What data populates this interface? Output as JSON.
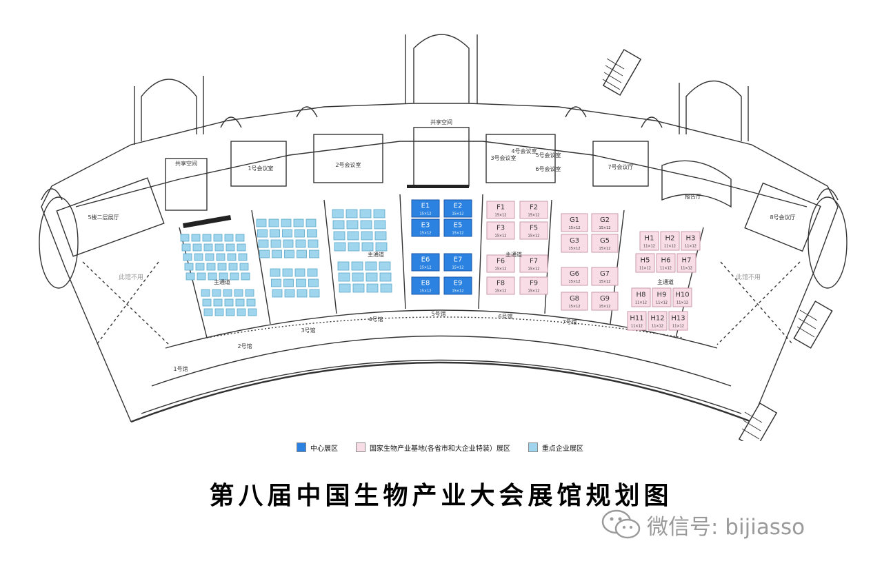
{
  "title": "第八届中国生物产业大会展馆规划图",
  "watermark": "微信号: bijiasso",
  "colors": {
    "center": "#2b82e0",
    "center_border": "#1a55a8",
    "national": "#f9dde6",
    "national_border": "#c99aa8",
    "key": "#9fd6ee",
    "key_border": "#5aa7c9",
    "line": "#333333"
  },
  "legend": [
    {
      "label": "中心展区",
      "color": "#2b82e0"
    },
    {
      "label": "国家生物产业基地(各省市和大企业特装）展区",
      "color": "#f9dde6"
    },
    {
      "label": "重点企业展区",
      "color": "#9fd6ee"
    }
  ],
  "rooms": {
    "shared_hall_top": "共享空间",
    "shared_hall_left": "共享空间",
    "room1": "1号会议室",
    "room2": "2号会议室",
    "room3": "3号会议室",
    "room4": "4号会议室",
    "room5": "5号会议室",
    "room6": "6号会议室",
    "room7": "7号会议厅",
    "room8": "8号会议厅",
    "left_hall": "5楼二层展厅",
    "auditorium": "报告厅"
  },
  "labels": {
    "main_aisle": "主通道",
    "no_show_left": "此馆不用",
    "no_show_right": "此馆不用"
  },
  "doors": [
    "1号馆",
    "2号馆",
    "3号馆",
    "4号馆",
    "5号馆",
    "6号馆",
    "7号馆"
  ],
  "booths": {
    "center": [
      {
        "name": "E1",
        "size": "15×12"
      },
      {
        "name": "E2",
        "size": "15×12"
      },
      {
        "name": "E3",
        "size": "15×12"
      },
      {
        "name": "E5",
        "size": "15×12"
      },
      {
        "name": "E6",
        "size": "15×12"
      },
      {
        "name": "E7",
        "size": "15×12"
      },
      {
        "name": "E8",
        "size": "15×12"
      },
      {
        "name": "E9",
        "size": "15×12"
      }
    ],
    "national_f": [
      {
        "name": "F1",
        "size": "15×12"
      },
      {
        "name": "F2",
        "size": "15×12"
      },
      {
        "name": "F3",
        "size": "15×12"
      },
      {
        "name": "F5",
        "size": "15×12"
      },
      {
        "name": "F6",
        "size": "15×12"
      },
      {
        "name": "F7",
        "size": "15×12"
      },
      {
        "name": "F8",
        "size": "15×12"
      },
      {
        "name": "F9",
        "size": "15×12"
      }
    ],
    "national_g": [
      {
        "name": "G1",
        "size": "15×12"
      },
      {
        "name": "G2",
        "size": "15×12"
      },
      {
        "name": "G3",
        "size": "15×12"
      },
      {
        "name": "G5",
        "size": "15×12"
      },
      {
        "name": "G6",
        "size": "15×12"
      },
      {
        "name": "G7",
        "size": "15×12"
      },
      {
        "name": "G8",
        "size": "15×12"
      },
      {
        "name": "G9",
        "size": "15×12"
      }
    ],
    "national_h": [
      {
        "name": "H1",
        "size": "11×12"
      },
      {
        "name": "H2",
        "size": "11×12"
      },
      {
        "name": "H3",
        "size": "11×12"
      },
      {
        "name": "H5",
        "size": "11×12"
      },
      {
        "name": "H6",
        "size": "11×12"
      },
      {
        "name": "H7",
        "size": "11×12"
      },
      {
        "name": "H8",
        "size": "11×12"
      },
      {
        "name": "H9",
        "size": "11×12"
      },
      {
        "name": "H10",
        "size": "11×12"
      },
      {
        "name": "H11",
        "size": "11×12"
      },
      {
        "name": "H12",
        "size": "11×12"
      },
      {
        "name": "H13",
        "size": "11×12"
      }
    ]
  }
}
